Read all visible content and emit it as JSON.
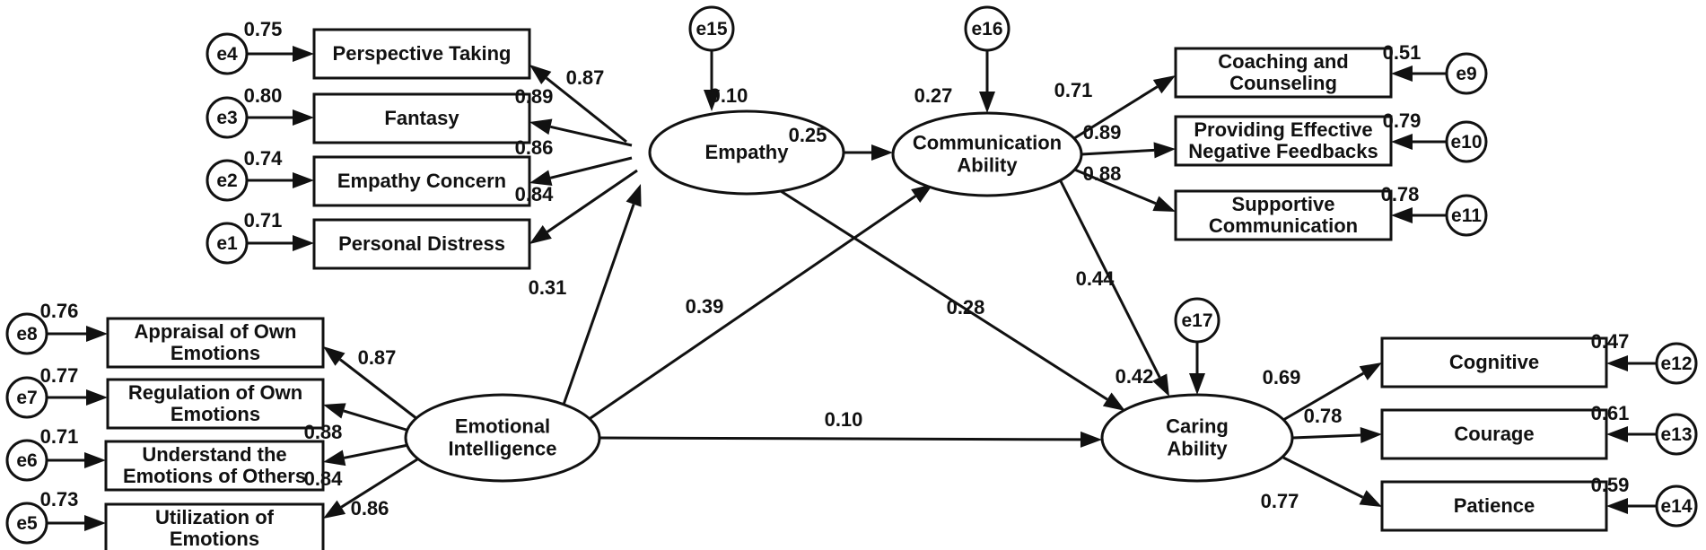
{
  "nodes": {
    "empathy": {
      "lines": [
        "Empathy"
      ]
    },
    "communication": {
      "lines": [
        "Communication",
        "Ability"
      ]
    },
    "emotional_intelligence": {
      "lines": [
        "Emotional",
        "Intelligence"
      ]
    },
    "caring": {
      "lines": [
        "Caring",
        "Ability"
      ]
    },
    "perspective_taking": {
      "lines": [
        "Perspective Taking"
      ]
    },
    "fantasy": {
      "lines": [
        "Fantasy"
      ]
    },
    "empathy_concern": {
      "lines": [
        "Empathy Concern"
      ]
    },
    "personal_distress": {
      "lines": [
        "Personal Distress"
      ]
    },
    "appraisal": {
      "lines": [
        "Appraisal of Own",
        "Emotions"
      ]
    },
    "regulation": {
      "lines": [
        "Regulation of Own",
        "Emotions"
      ]
    },
    "understand": {
      "lines": [
        "Understand the",
        "Emotions of Others"
      ]
    },
    "utilization": {
      "lines": [
        "Utilization of",
        "Emotions"
      ]
    },
    "coaching": {
      "lines": [
        "Coaching and",
        "Counseling"
      ]
    },
    "feedback": {
      "lines": [
        "Providing Effective",
        "Negative Feedbacks"
      ]
    },
    "supportive": {
      "lines": [
        "Supportive",
        "Communication"
      ]
    },
    "cognitive": {
      "lines": [
        "Cognitive"
      ]
    },
    "courage": {
      "lines": [
        "Courage"
      ]
    },
    "patience": {
      "lines": [
        "Patience"
      ]
    }
  },
  "errors": {
    "e1": "e1",
    "e2": "e2",
    "e3": "e3",
    "e4": "e4",
    "e5": "e5",
    "e6": "e6",
    "e7": "e7",
    "e8": "e8",
    "e9": "e9",
    "e10": "e10",
    "e11": "e11",
    "e12": "e12",
    "e13": "e13",
    "e14": "e14",
    "e15": "e15",
    "e16": "e16",
    "e17": "e17"
  },
  "labels": {
    "e4_var": "0.75",
    "e3_var": "0.80",
    "e2_var": "0.74",
    "e1_var": "0.71",
    "pt_load": "0.87",
    "fan_load": "0.89",
    "ec_load": "0.86",
    "pd_load": "0.84",
    "e8_var": "0.76",
    "e7_var": "0.77",
    "e6_var": "0.71",
    "e5_var": "0.73",
    "app_load": "0.87",
    "reg_load": "0.88",
    "und_load": "0.84",
    "util_load": "0.86",
    "e15_r2": "0.10",
    "e16_r2": "0.27",
    "e17_r2": "0.42",
    "emp_comm": "0.25",
    "ei_emp": "0.31",
    "ei_comm": "0.39",
    "emp_care": "0.28",
    "comm_care": "0.44",
    "ei_care": "0.10",
    "coach_load": "0.71",
    "fb_load": "0.89",
    "sup_load": "0.88",
    "e9_var": "0.51",
    "e10_var": "0.79",
    "e11_var": "0.78",
    "cog_load": "0.69",
    "cour_load": "0.78",
    "pat_load": "0.77",
    "e12_var": "0.47",
    "e13_var": "0.61",
    "e14_var": "0.59"
  }
}
